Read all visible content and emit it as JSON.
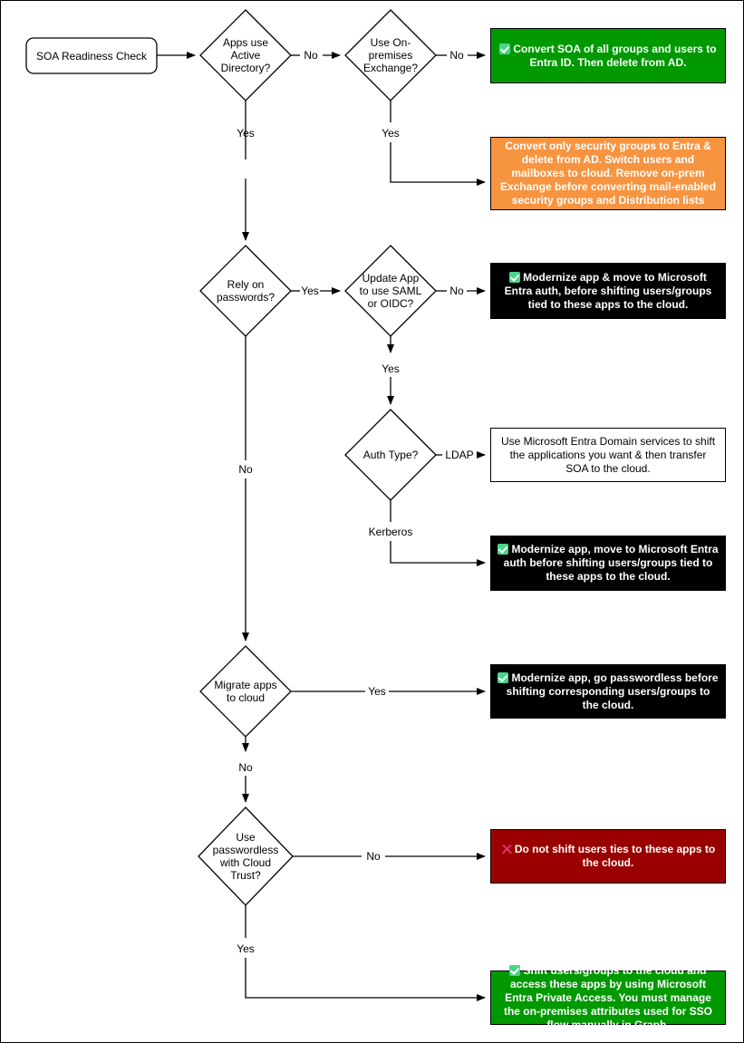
{
  "diagram": {
    "title": "SOA Readiness Check",
    "type": "flowchart",
    "colors": {
      "green": "#009900",
      "orange": "#F79440",
      "black": "#000000",
      "red": "#9A0000",
      "white": "#FFFFFF",
      "stroke": "#000000",
      "check_icon": "#4BD38A",
      "x_icon": "#E8336D"
    }
  },
  "nodes": {
    "start": {
      "label": "SOA Readiness Check",
      "shape": "rounded-rectangle"
    },
    "d1": {
      "label_lines": [
        "Apps use",
        "Active",
        "Directory?"
      ],
      "shape": "diamond"
    },
    "d2": {
      "label_lines": [
        "Use On-",
        "premises",
        "Exchange?"
      ],
      "shape": "diamond"
    },
    "d3": {
      "label_lines": [
        "Rely on",
        "passwords?"
      ],
      "shape": "diamond"
    },
    "d4": {
      "label_lines": [
        "Update App",
        "to use SAML",
        "or OIDC?"
      ],
      "shape": "diamond"
    },
    "d5": {
      "label_lines": [
        "Auth Type?"
      ],
      "shape": "diamond"
    },
    "d6": {
      "label_lines": [
        "Migrate apps",
        "to cloud"
      ],
      "shape": "diamond"
    },
    "d7": {
      "label_lines": [
        "Use",
        "passwordless",
        "with Cloud",
        "Trust?"
      ],
      "shape": "diamond"
    }
  },
  "results": {
    "r1": {
      "text": "Convert SOA of all groups and users to Entra ID. Then delete from AD.",
      "icon": "check-icon",
      "style": "green"
    },
    "r2": {
      "text": "Convert only security groups to Entra & delete from AD. Switch users and mailboxes to cloud. Remove on-prem Exchange before converting mail-enabled security groups and Distribution lists",
      "icon": "none",
      "style": "orange"
    },
    "r3": {
      "text": "Modernize app & move to Microsoft Entra auth, before shifting users/groups tied to these apps to the cloud.",
      "icon": "check-icon",
      "style": "black"
    },
    "r4": {
      "text": "Use Microsoft Entra Domain services to shift the applications you want & then transfer SOA to the cloud.",
      "icon": "none",
      "style": "white"
    },
    "r5": {
      "text": "Modernize app, move to Microsoft Entra auth before shifting users/groups tied to these apps to the cloud.",
      "icon": "check-icon",
      "style": "black"
    },
    "r6": {
      "text": "Modernize app, go passwordless before shifting corresponding users/groups to the cloud.",
      "icon": "check-icon",
      "style": "black"
    },
    "r7": {
      "text": "Do not shift users ties to these apps to the cloud.",
      "icon": "x-icon",
      "style": "red"
    },
    "r8": {
      "text": "Shift users/groups to the cloud and access these apps by using Microsoft Entra Private Access. You must manage the on-premises attributes used for SSO flow manually in Graph.",
      "icon": "check-icon",
      "style": "green"
    }
  },
  "edge_labels": {
    "e1_no": "No",
    "e1_yes": "Yes",
    "e2_no": "No",
    "e2_yes": "Yes",
    "e3_yes": "Yes",
    "e3_no": "No",
    "e4_no": "No",
    "e4_yes": "Yes",
    "e5_ldap": "LDAP",
    "e5_kerberos": "Kerberos",
    "e6_yes": "Yes",
    "e6_no": "No",
    "e7_no": "No",
    "e7_yes": "Yes"
  }
}
